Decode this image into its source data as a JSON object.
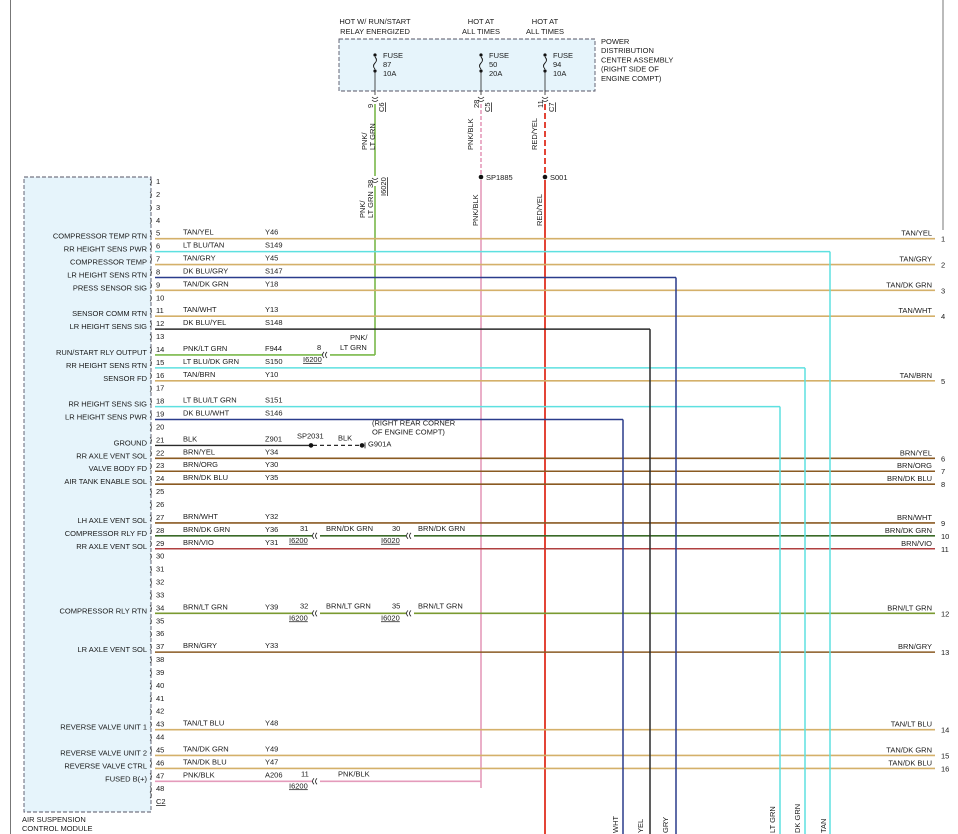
{
  "pdc": {
    "hot_labels": [
      {
        "l1": "HOT W/ RUN/START",
        "l2": "RELAY ENERGIZED"
      },
      {
        "l1": "HOT AT",
        "l2": "ALL TIMES"
      },
      {
        "l1": "HOT AT",
        "l2": "ALL TIMES"
      }
    ],
    "fuses": [
      {
        "word": "FUSE",
        "num": "87",
        "amp": "10A",
        "pin": "9",
        "conn": "C6",
        "wire_color": "PNK/",
        "wire_color2": "LT GRN"
      },
      {
        "word": "FUSE",
        "num": "50",
        "amp": "20A",
        "pin": "28",
        "conn": "C5",
        "wire_color": "PNK/BLK",
        "wire_color2": ""
      },
      {
        "word": "FUSE",
        "num": "94",
        "amp": "10A",
        "pin": "11",
        "conn": "C7",
        "wire_color": "RED/YEL",
        "wire_color2": ""
      }
    ],
    "name_lines": [
      "POWER",
      "DISTRIBUTION",
      "CENTER ASSEMBLY",
      "(RIGHT SIDE OF",
      "ENGINE COMPT)"
    ]
  },
  "inline_conn": {
    "pin": "38",
    "name": "I6020",
    "wire_color": "PNK/",
    "wire_color2": "LT GRN"
  },
  "splices": {
    "sp1885": "SP1885",
    "s001": "S001",
    "pnkblk": "PNK/BLK",
    "redyel": "RED/YEL"
  },
  "module": {
    "name_l1": "AIR SUSPENSION",
    "name_l2": "CONTROL MODULE",
    "conn": "C2",
    "pins": [
      {
        "pin": "1",
        "func": "",
        "color": "",
        "circuit": ""
      },
      {
        "pin": "2",
        "func": "",
        "color": "",
        "circuit": ""
      },
      {
        "pin": "3",
        "func": "",
        "color": "",
        "circuit": ""
      },
      {
        "pin": "4",
        "func": "",
        "color": "",
        "circuit": ""
      },
      {
        "pin": "5",
        "func": "COMPRESSOR TEMP RTN",
        "color": "TAN/YEL",
        "circuit": "Y46"
      },
      {
        "pin": "6",
        "func": "RR HEIGHT SENS PWR",
        "color": "LT BLU/TAN",
        "circuit": "S149"
      },
      {
        "pin": "7",
        "func": "COMPRESSOR TEMP",
        "color": "TAN/GRY",
        "circuit": "Y45"
      },
      {
        "pin": "8",
        "func": "LR HEIGHT SENS RTN",
        "color": "DK BLU/GRY",
        "circuit": "S147"
      },
      {
        "pin": "9",
        "func": "PRESS SENSOR SIG",
        "color": "TAN/DK GRN",
        "circuit": "Y18"
      },
      {
        "pin": "10",
        "func": "",
        "color": "",
        "circuit": ""
      },
      {
        "pin": "11",
        "func": "SENSOR COMM RTN",
        "color": "TAN/WHT",
        "circuit": "Y13"
      },
      {
        "pin": "12",
        "func": "LR HEIGHT SENS SIG",
        "color": "DK BLU/YEL",
        "circuit": "S148"
      },
      {
        "pin": "13",
        "func": "",
        "color": "",
        "circuit": ""
      },
      {
        "pin": "14",
        "func": "RUN/START RLY OUTPUT",
        "color": "PNK/LT GRN",
        "circuit": "F944"
      },
      {
        "pin": "15",
        "func": "RR HEIGHT SENS RTN",
        "color": "LT BLU/DK GRN",
        "circuit": "S150"
      },
      {
        "pin": "16",
        "func": "SENSOR FD",
        "color": "TAN/BRN",
        "circuit": "Y10"
      },
      {
        "pin": "17",
        "func": "",
        "color": "",
        "circuit": ""
      },
      {
        "pin": "18",
        "func": "RR HEIGHT SENS SIG",
        "color": "LT BLU/LT GRN",
        "circuit": "S151"
      },
      {
        "pin": "19",
        "func": "LR HEIGHT SENS PWR",
        "color": "DK BLU/WHT",
        "circuit": "S146"
      },
      {
        "pin": "20",
        "func": "",
        "color": "",
        "circuit": ""
      },
      {
        "pin": "21",
        "func": "GROUND",
        "color": "BLK",
        "circuit": "Z901"
      },
      {
        "pin": "22",
        "func": "RR AXLE VENT SOL",
        "color": "BRN/YEL",
        "circuit": "Y34"
      },
      {
        "pin": "23",
        "func": "VALVE BODY FD",
        "color": "BRN/ORG",
        "circuit": "Y30"
      },
      {
        "pin": "24",
        "func": "AIR TANK ENABLE SOL",
        "color": "BRN/DK BLU",
        "circuit": "Y35"
      },
      {
        "pin": "25",
        "func": "",
        "color": "",
        "circuit": ""
      },
      {
        "pin": "26",
        "func": "",
        "color": "",
        "circuit": ""
      },
      {
        "pin": "27",
        "func": "LH AXLE VENT SOL",
        "color": "BRN/WHT",
        "circuit": "Y32"
      },
      {
        "pin": "28",
        "func": "COMPRESSOR RLY FD",
        "color": "BRN/DK GRN",
        "circuit": "Y36"
      },
      {
        "pin": "29",
        "func": "RR AXLE VENT SOL",
        "color": "BRN/VIO",
        "circuit": "Y31"
      },
      {
        "pin": "30",
        "func": "",
        "color": "",
        "circuit": ""
      },
      {
        "pin": "31",
        "func": "",
        "color": "",
        "circuit": ""
      },
      {
        "pin": "32",
        "func": "",
        "color": "",
        "circuit": ""
      },
      {
        "pin": "33",
        "func": "",
        "color": "",
        "circuit": ""
      },
      {
        "pin": "34",
        "func": "COMPRESSOR RLY RTN",
        "color": "BRN/LT GRN",
        "circuit": "Y39"
      },
      {
        "pin": "35",
        "func": "",
        "color": "",
        "circuit": ""
      },
      {
        "pin": "36",
        "func": "",
        "color": "",
        "circuit": ""
      },
      {
        "pin": "37",
        "func": "LR AXLE VENT SOL",
        "color": "BRN/GRY",
        "circuit": "Y33"
      },
      {
        "pin": "38",
        "func": "",
        "color": "",
        "circuit": ""
      },
      {
        "pin": "39",
        "func": "",
        "color": "",
        "circuit": ""
      },
      {
        "pin": "40",
        "func": "",
        "color": "",
        "circuit": ""
      },
      {
        "pin": "41",
        "func": "",
        "color": "",
        "circuit": ""
      },
      {
        "pin": "42",
        "func": "",
        "color": "",
        "circuit": ""
      },
      {
        "pin": "43",
        "func": "REVERSE VALVE UNIT 1",
        "color": "TAN/LT BLU",
        "circuit": "Y48"
      },
      {
        "pin": "44",
        "func": "",
        "color": "",
        "circuit": ""
      },
      {
        "pin": "45",
        "func": "REVERSE VALVE UNIT 2",
        "color": "TAN/DK GRN",
        "circuit": "Y49"
      },
      {
        "pin": "46",
        "func": "REVERSE VALVE CTRL",
        "color": "TAN/DK BLU",
        "circuit": "Y47"
      },
      {
        "pin": "47",
        "func": "FUSED B(+)",
        "color": "PNK/BLK",
        "circuit": "A206"
      },
      {
        "pin": "48",
        "func": "",
        "color": "",
        "circuit": ""
      }
    ]
  },
  "right_labels": [
    {
      "pin": "5",
      "color": "TAN/YEL",
      "num": "1"
    },
    {
      "pin": "7",
      "color": "TAN/GRY",
      "num": "2"
    },
    {
      "pin": "9",
      "color": "TAN/DK GRN",
      "num": "3"
    },
    {
      "pin": "11",
      "color": "TAN/WHT",
      "num": "4"
    },
    {
      "pin": "16",
      "color": "TAN/BRN",
      "num": "5"
    },
    {
      "pin": "22",
      "color": "BRN/YEL",
      "num": "6"
    },
    {
      "pin": "23",
      "color": "BRN/ORG",
      "num": "7"
    },
    {
      "pin": "24",
      "color": "BRN/DK BLU",
      "num": "8"
    },
    {
      "pin": "27",
      "color": "BRN/WHT",
      "num": "9"
    },
    {
      "pin": "28",
      "color": "BRN/DK GRN",
      "num": "10"
    },
    {
      "pin": "29",
      "color": "BRN/VIO",
      "num": "11"
    },
    {
      "pin": "34",
      "color": "BRN/LT GRN",
      "num": "12"
    },
    {
      "pin": "37",
      "color": "BRN/GRY",
      "num": "13"
    },
    {
      "pin": "43",
      "color": "TAN/LT BLU",
      "num": "14"
    },
    {
      "pin": "45",
      "color": "TAN/DK GRN",
      "num": "15"
    },
    {
      "pin": "46",
      "color": "TAN/DK BLU",
      "num": "16"
    }
  ],
  "inline_runs": {
    "pin14": {
      "num": "8",
      "name": "I6200",
      "c1": "PNK/",
      "c2": "LT GRN"
    },
    "pin28": {
      "n1": "31",
      "n1_name": "I6200",
      "mid": "BRN/DK GRN",
      "n2": "30",
      "n2_name": "I6020",
      "end": "BRN/DK GRN"
    },
    "pin34": {
      "n1": "32",
      "n1_name": "I6200",
      "mid": "BRN/LT GRN",
      "n2": "35",
      "n2_name": "I6020",
      "end": "BRN/LT GRN"
    },
    "pin47": {
      "num": "11",
      "name": "I6200",
      "end": "PNK/BLK"
    }
  },
  "ground": {
    "splice": "SP2031",
    "color": "BLK",
    "g": "G901A",
    "note_l1": "(RIGHT REAR CORNER",
    "note_l2": "OF ENGINE COMPT)"
  },
  "bottom_labels": [
    "WHT",
    "YEL",
    "GRY",
    "LT GRN",
    "DK GRN",
    "TAN"
  ],
  "wire_colors": {
    "tan": "#d4b06a",
    "ltblu": "#5ee0e0",
    "dkblu": "#2a3c8c",
    "brn": "#8a5a22",
    "pnkltgrn": "#7ab84a",
    "pnkblk": "#e49bbb",
    "redyel": "#e03020",
    "dkgrey": "#2a2a2a",
    "brnvio": "#b04040",
    "grey": "#888888"
  }
}
